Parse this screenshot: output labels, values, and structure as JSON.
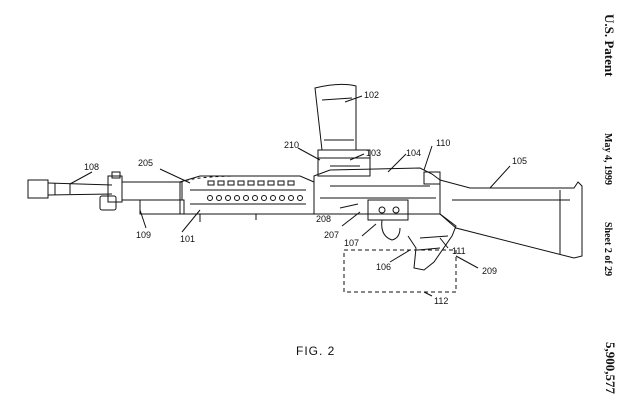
{
  "figure_label": "FIG. 2",
  "margin": {
    "title": "U.S. Patent",
    "date": "May 4, 1999",
    "sheet": "Sheet 2 of 29",
    "patent_number": "5,900,577"
  },
  "references": {
    "r101": "101",
    "r102": "102",
    "r103": "103",
    "r104": "104",
    "r105": "105",
    "r106": "106",
    "r107": "107",
    "r108": "108",
    "r109": "109",
    "r110": "110",
    "r111": "111",
    "r112": "112",
    "r205": "205",
    "r207": "207",
    "r208": "208",
    "r209": "209",
    "r210": "210"
  }
}
